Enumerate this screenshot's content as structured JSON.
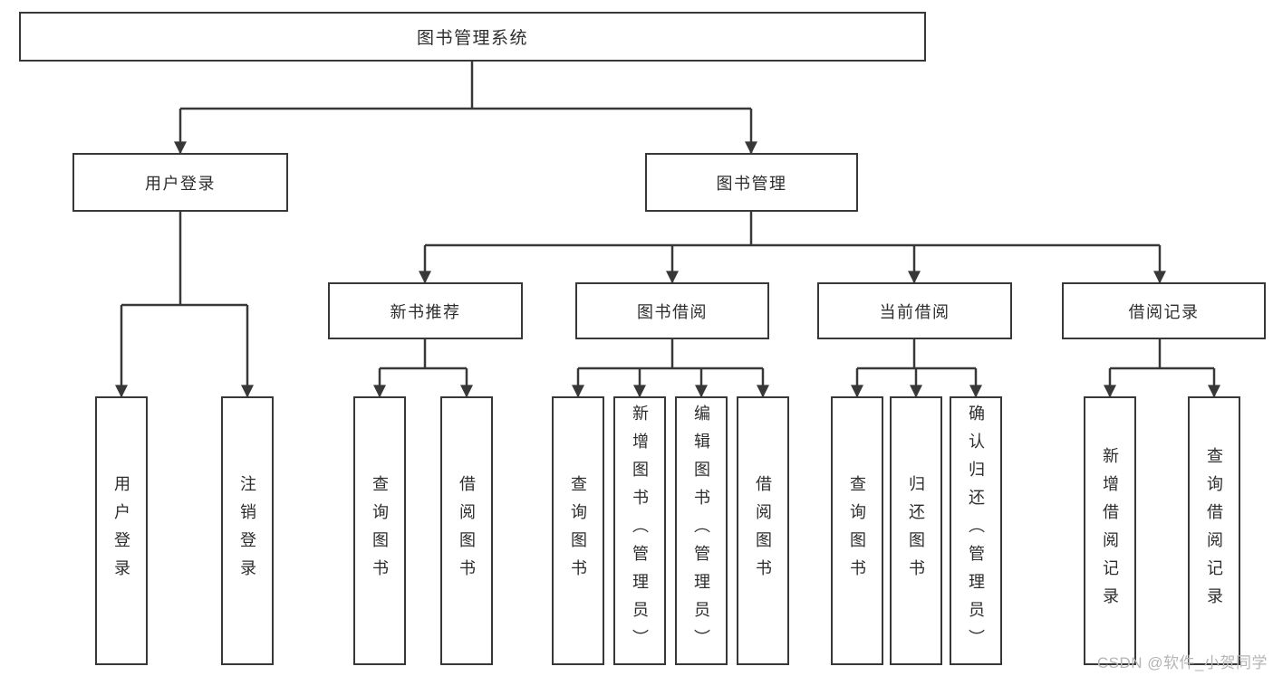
{
  "colors": {
    "line": "#383838",
    "box_border": "#383838",
    "text": "#2d2d2d",
    "watermark": "#b5b5b5",
    "background": "#ffffff"
  },
  "watermark": "CSDN @软件_小贺同学",
  "diagram": {
    "root": {
      "label": "图书管理系统"
    },
    "branches": [
      {
        "label": "用户登录",
        "children": [
          {
            "label": "用户登录"
          },
          {
            "label": "注销登录"
          }
        ]
      },
      {
        "label": "图书管理",
        "children": [
          {
            "label": "新书推荐",
            "children": [
              {
                "label": "查询图书"
              },
              {
                "label": "借阅图书"
              }
            ]
          },
          {
            "label": "图书借阅",
            "children": [
              {
                "label": "查询图书"
              },
              {
                "label": "新增图书（管理员）"
              },
              {
                "label": "编辑图书（管理员）"
              },
              {
                "label": "借阅图书"
              }
            ]
          },
          {
            "label": "当前借阅",
            "children": [
              {
                "label": "查询图书"
              },
              {
                "label": "归还图书"
              },
              {
                "label": "确认归还（管理员）"
              }
            ]
          },
          {
            "label": "借阅记录",
            "children": [
              {
                "label": "新增借阅记录"
              },
              {
                "label": "查询借阅记录"
              }
            ]
          }
        ]
      }
    ]
  }
}
